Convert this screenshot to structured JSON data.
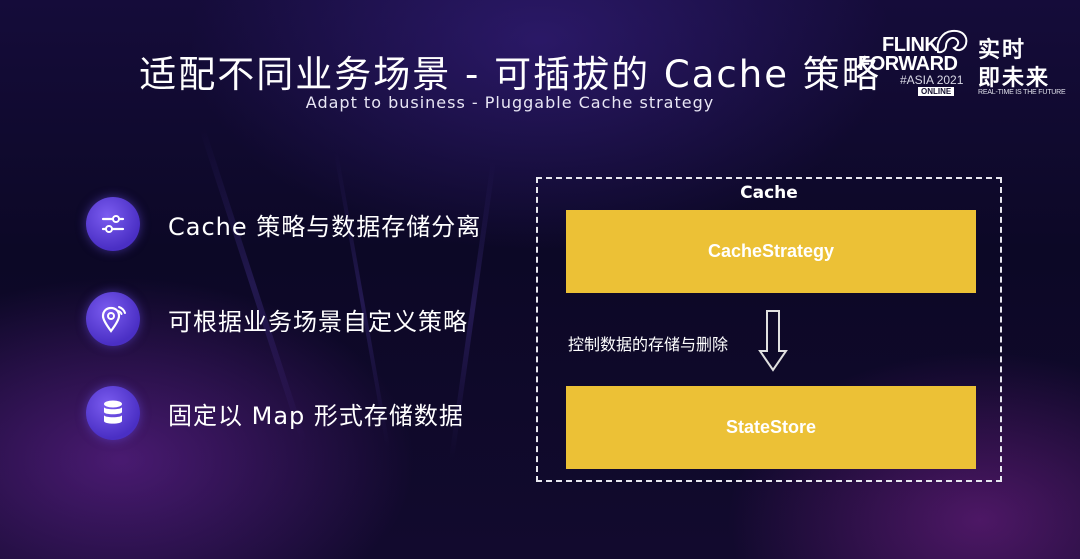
{
  "header": {
    "title_cn": "适配不同业务场景 - 可插拔的 Cache 策略",
    "title_en": "Adapt to business - Pluggable Cache strategy"
  },
  "brand": {
    "line1": "FLINK",
    "line2": "FORWARD",
    "line3": "#ASIA 2021",
    "badge": "ONLINE",
    "cn_line1": "实时",
    "cn_line2": "即未来",
    "tagline": "REAL-TIME IS THE FUTURE"
  },
  "features": [
    {
      "icon": "sliders-icon",
      "text": "Cache 策略与数据存储分离"
    },
    {
      "icon": "location-pin-icon",
      "text": "可根据业务场景自定义策略"
    },
    {
      "icon": "database-icon",
      "text": "固定以 Map 形式存储数据"
    }
  ],
  "diagram": {
    "container_label": "Cache",
    "top_box": "CacheStrategy",
    "arrow_label": "控制数据的存储与删除",
    "bottom_box": "StateStore",
    "box_color": "#ecc136"
  },
  "colors": {
    "accent_purple": "#5b3fd6",
    "background": "#0c0826"
  }
}
